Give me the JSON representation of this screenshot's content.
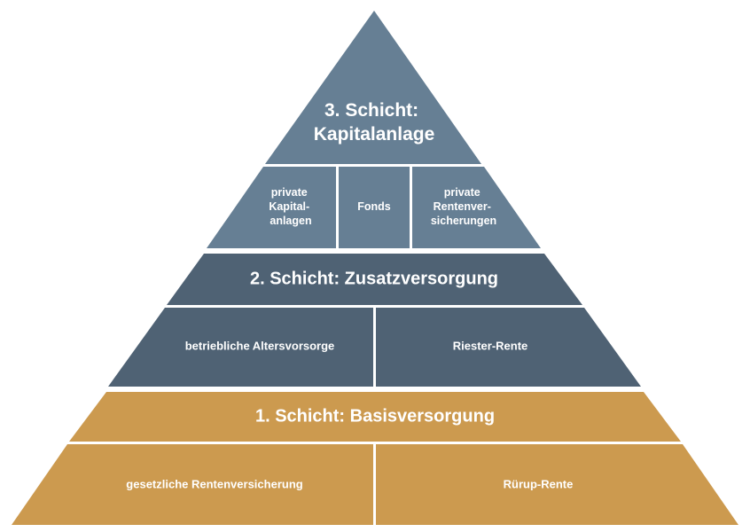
{
  "colors": {
    "top_tier": "#667f94",
    "middle_tier": "#4f6274",
    "bottom_tier": "#cc9a4f",
    "separator": "#ffffff",
    "text": "#ffffff"
  },
  "layers": {
    "top": {
      "title_line1": "3. Schicht:",
      "title_line2": "Kapitalanlage",
      "items": [
        {
          "lines": [
            "private",
            "Kapital-",
            "anlagen"
          ]
        },
        {
          "lines": [
            "Fonds"
          ]
        },
        {
          "lines": [
            "private",
            "Rentenver-",
            "sicherungen"
          ]
        }
      ]
    },
    "middle": {
      "title": "2. Schicht: Zusatzversorgung",
      "items": [
        "betriebliche Altersvorsorge",
        "Riester-Rente"
      ]
    },
    "bottom": {
      "title": "1. Schicht: Basisversorgung",
      "items": [
        "gesetzliche Rentenversicherung",
        "Rürup-Rente"
      ]
    }
  }
}
